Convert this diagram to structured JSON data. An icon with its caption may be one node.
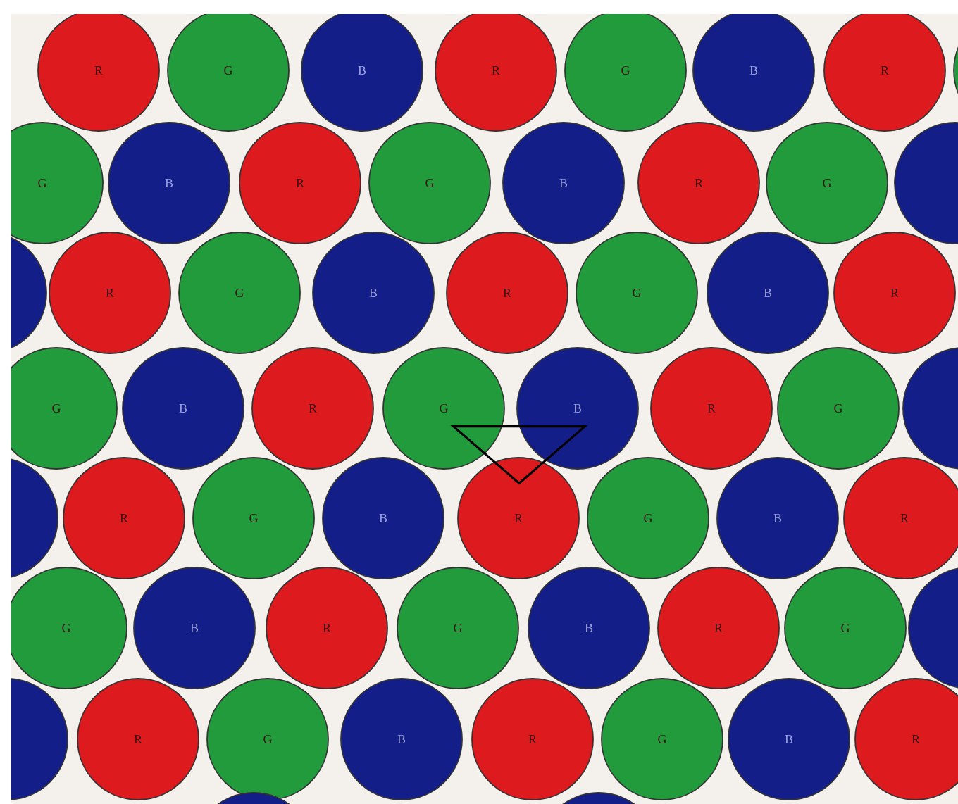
{
  "diagram": {
    "nodes": [
      {
        "text": [
          "R"
        ]
      },
      {
        "text": [
          "G"
        ]
      },
      {
        "text": [
          "B"
        ]
      },
      {
        "text": [
          "R"
        ]
      },
      {
        "text": [
          "G"
        ]
      },
      {
        "text": [
          "B"
        ]
      },
      {
        "text": [
          "R"
        ]
      },
      {
        "text": [],
        "shape": "circle"
      },
      {
        "text": [
          "G"
        ]
      },
      {
        "text": [
          "B"
        ]
      },
      {
        "text": [
          "R"
        ]
      },
      {
        "text": [
          "G"
        ]
      },
      {
        "text": [
          "B"
        ]
      },
      {
        "text": [
          "R"
        ]
      },
      {
        "text": [
          "G"
        ]
      },
      {
        "text": [],
        "shape": "circle"
      },
      {
        "text": [],
        "shape": "circle"
      },
      {
        "text": [
          "R"
        ]
      },
      {
        "text": [
          "G"
        ]
      },
      {
        "text": [
          "B"
        ]
      },
      {
        "text": [
          "R"
        ]
      },
      {
        "text": [
          "G"
        ]
      },
      {
        "text": [
          "B"
        ]
      },
      {
        "text": [
          "R"
        ]
      },
      {
        "text": [
          "G"
        ]
      },
      {
        "text": [
          "B"
        ]
      },
      {
        "text": [
          "R"
        ]
      },
      {
        "text": [
          "G"
        ]
      },
      {
        "text": [
          "B"
        ]
      },
      {
        "text": [
          "R"
        ]
      },
      {
        "text": [
          "G"
        ]
      },
      {
        "text": [],
        "shape": "circle"
      },
      {
        "text": [],
        "shape": "circle"
      },
      {
        "text": [
          "R"
        ]
      },
      {
        "text": [
          "G"
        ]
      },
      {
        "text": [
          "B"
        ]
      },
      {
        "text": [
          "R"
        ]
      },
      {
        "text": [
          "G"
        ]
      },
      {
        "text": [
          "B"
        ]
      },
      {
        "text": [
          "R"
        ]
      },
      {
        "text": [
          "G"
        ]
      },
      {
        "text": [
          "B"
        ]
      },
      {
        "text": [
          "R"
        ]
      },
      {
        "text": [
          "G"
        ]
      },
      {
        "text": [
          "B"
        ]
      },
      {
        "text": [
          "R"
        ]
      },
      {
        "text": [
          "G"
        ]
      },
      {
        "text": [],
        "shape": "circle"
      },
      {
        "text": [],
        "shape": "circle"
      },
      {
        "text": [
          "R"
        ]
      },
      {
        "text": [
          "G"
        ]
      },
      {
        "text": [
          "B"
        ]
      },
      {
        "text": [
          "R"
        ]
      },
      {
        "text": [
          "G"
        ]
      },
      {
        "text": [
          "B"
        ]
      },
      {
        "text": [
          "R"
        ]
      },
      {
        "text": [],
        "shape": "circle"
      },
      {
        "text": [],
        "shape": "circle"
      },
      {
        "text": [],
        "shape": "triangle"
      }
    ]
  }
}
